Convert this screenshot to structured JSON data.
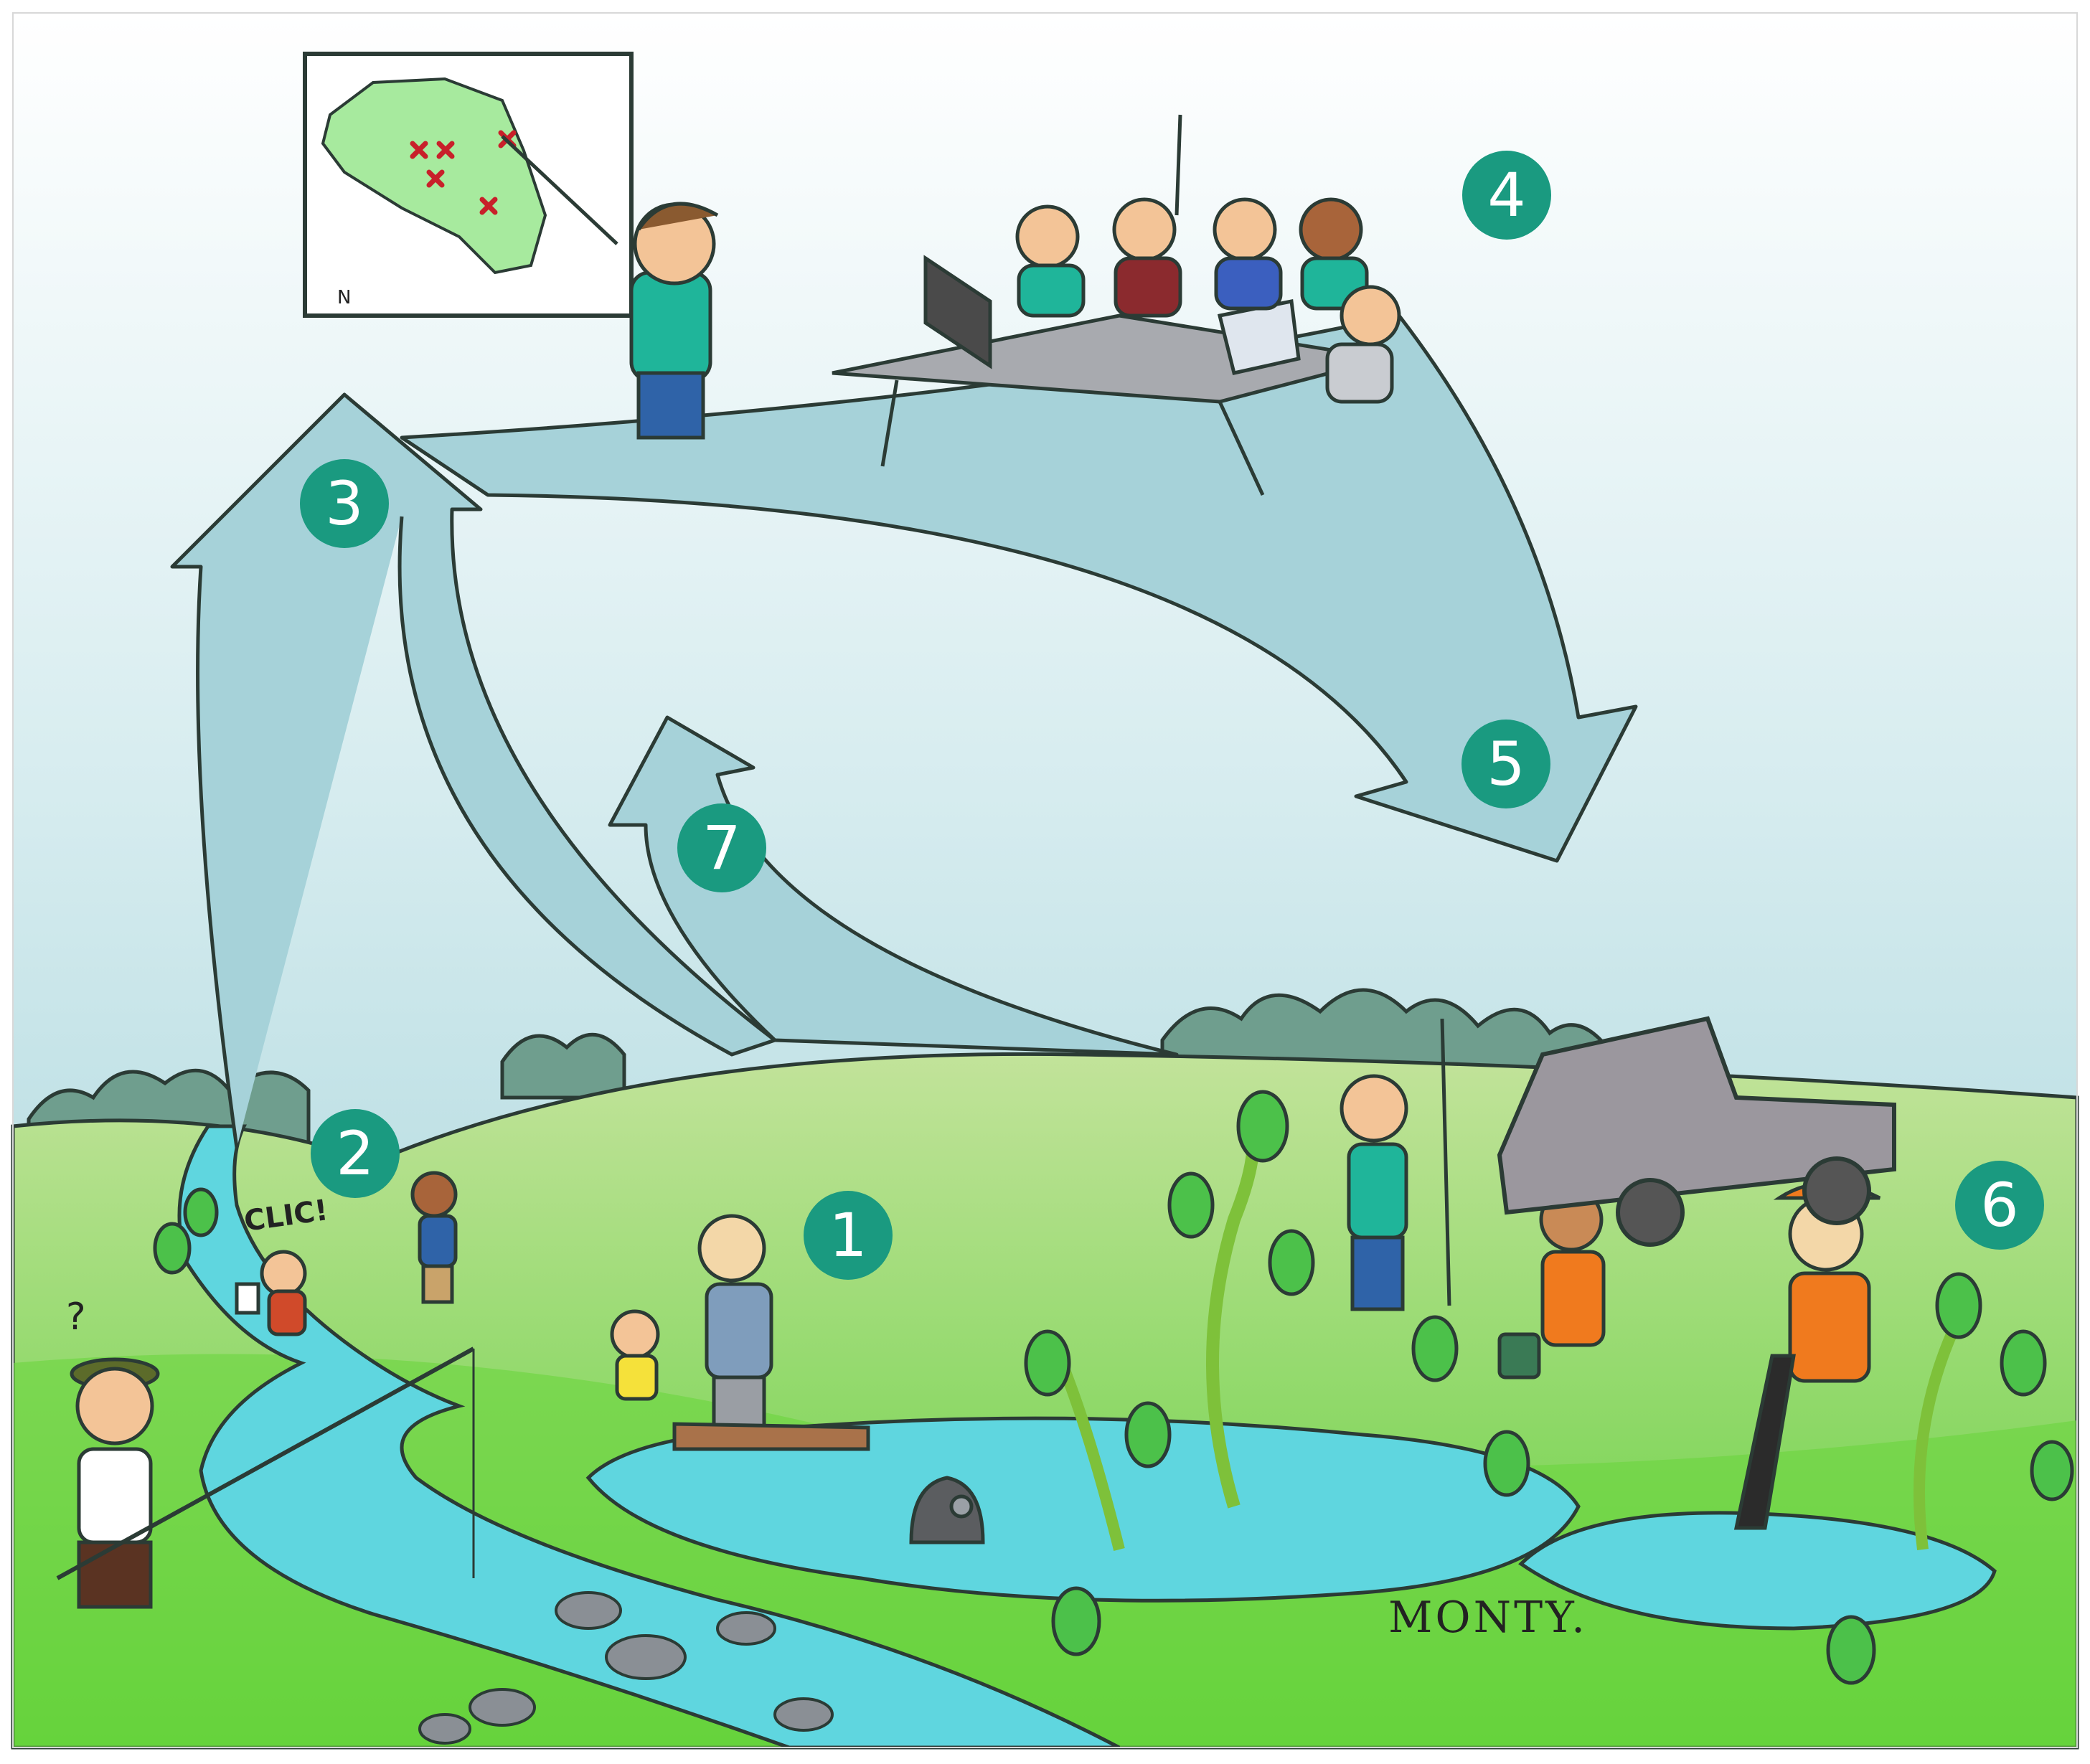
{
  "steps": [
    {
      "number": "1"
    },
    {
      "number": "2"
    },
    {
      "number": "3"
    },
    {
      "number": "4"
    },
    {
      "number": "5"
    },
    {
      "number": "6"
    },
    {
      "number": "7"
    }
  ],
  "annotations": {
    "click_text": "CLIC!",
    "question_mark": "?",
    "map_north": "N"
  },
  "signature": "MONTY.",
  "colors": {
    "step_badge": "#1a9a80",
    "arrow_fill": "#a6d2d9",
    "sky_top": "#ffffff",
    "sky_bottom": "#9ccfd6",
    "grass": "#8fd24c",
    "water": "#5fd6df",
    "shirt_teal": "#1fb59a",
    "safety_orange": "#f07a1e"
  }
}
